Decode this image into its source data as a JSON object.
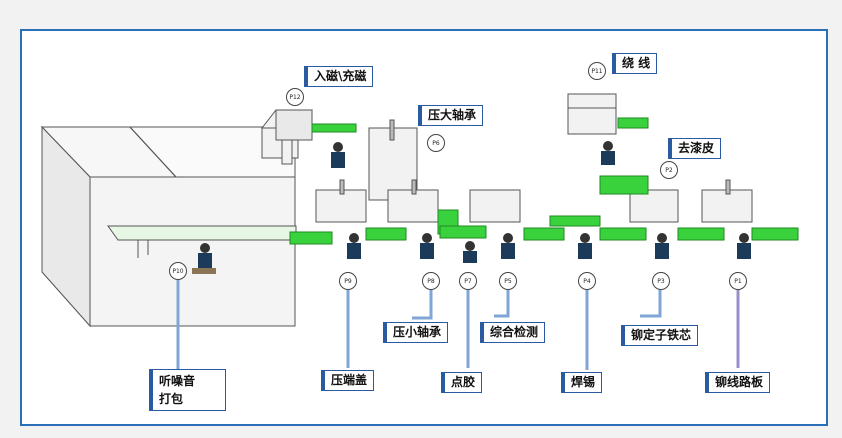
{
  "labels": {
    "magnet": "入磁\\充磁",
    "winding": "绕  线",
    "press_big_bearing": "压大轴承",
    "strip_paint": "去漆皮",
    "press_small_bearing": "压小轴承",
    "comprehensive_test": "综合检测",
    "rivet_stator_core": "铆定子铁芯",
    "noise_listen_line1": "听噪音",
    "noise_listen_line2": "打包",
    "press_end_cover": "压端盖",
    "dispense_glue": "点胶",
    "soldering": "焊锡",
    "rivet_circuit_board": "铆线路板"
  },
  "stations": {
    "p1": "P1",
    "p2": "P2",
    "p3": "P3",
    "p4": "P4",
    "p5": "P5",
    "p6": "P6",
    "p7": "P7",
    "p8": "P8",
    "p9": "P9",
    "p10": "P10",
    "p11": "P11",
    "p12": "P12"
  },
  "colors": {
    "frame": "#2a6fb8",
    "conveyor": "#39d23d",
    "arrow": "#7fa6d6",
    "arrow_p1": "#9a8fc8"
  }
}
